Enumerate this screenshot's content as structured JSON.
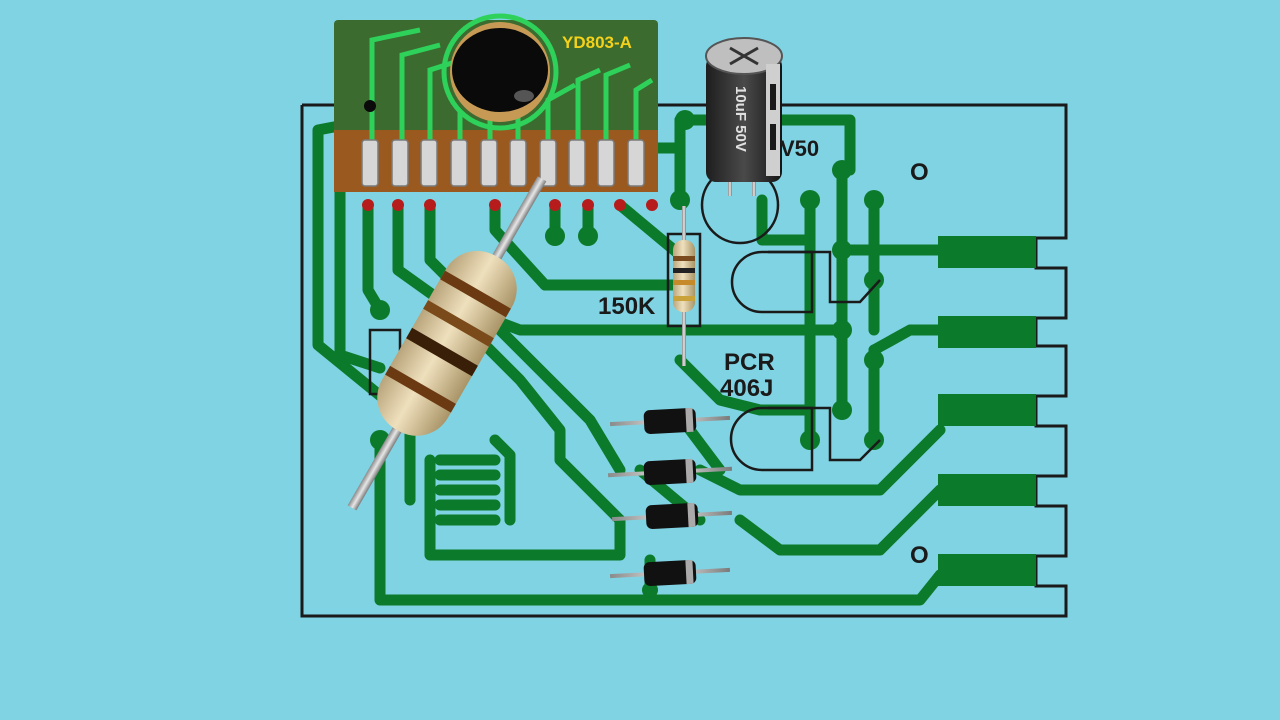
{
  "board": {
    "module_label": "YD803-A",
    "capacitor_label": "10uF 50V",
    "capacitor_partial_label": "V50",
    "resistor_label": "150K",
    "thyristor_label_line1": "PCR",
    "thyristor_label_line2": "406J",
    "mounting_hole_mark": "O"
  },
  "colors": {
    "background": "#7fd3e3",
    "trace": "#0b7a2a",
    "pcb_module": "#3b6b2f",
    "pads_solder": "#b71c1c",
    "resistor_body": "#d8c49a"
  }
}
